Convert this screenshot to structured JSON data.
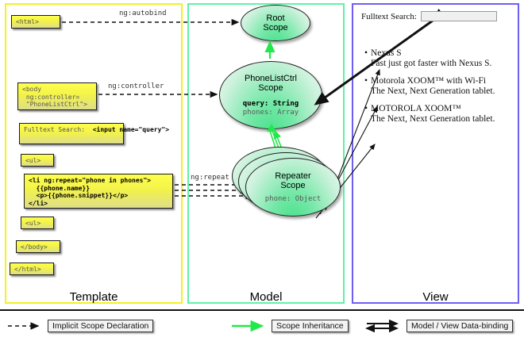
{
  "panels": {
    "template": {
      "title": "Template",
      "border_color": "#f2f21f"
    },
    "model": {
      "title": "Model",
      "border_color": "#5ef2a8"
    },
    "view": {
      "title": "View",
      "border_color": "#6f5ef2"
    }
  },
  "template_boxes": [
    {
      "id": "html-open",
      "dim": "<html>",
      "bold": ""
    },
    {
      "id": "body-open",
      "dim": "<body\n ng:controller=\n \"PhoneListCtrl\">",
      "bold": ""
    },
    {
      "id": "fulltext",
      "dim": "Fulltext Search:",
      "bold": "  <input name=\"query\">"
    },
    {
      "id": "ul-open",
      "dim": "<ul>",
      "bold": ""
    },
    {
      "id": "li-repeat",
      "dim": "",
      "bold": "<li ng:repeat=\"phone in phones\">\n  {{phone.name}}\n  <p>{{phone.snippet}}</p>\n</li>"
    },
    {
      "id": "ul-close",
      "dim": "<ul>",
      "bold": ""
    },
    {
      "id": "body-close",
      "dim": "</body>",
      "bold": ""
    },
    {
      "id": "html-close",
      "dim": "</html>",
      "bold": ""
    }
  ],
  "edge_labels": {
    "autobind": "ng:autobind",
    "controller": "ng:controller",
    "repeat": "ng:repeat"
  },
  "scopes": {
    "root": {
      "title_line1": "Root",
      "title_line2": "Scope",
      "props": []
    },
    "ctrl": {
      "title_line1": "PhoneListCtrl",
      "title_line2": "Scope",
      "props": [
        {
          "text": "query: String",
          "style": "bold"
        },
        {
          "text": "phones: Array",
          "style": "dim"
        }
      ]
    },
    "repeater": {
      "title_line1": "Repeater",
      "title_line2": "Scope",
      "props": [
        {
          "text": "phone: Object",
          "style": "dim"
        }
      ],
      "count": 3
    }
  },
  "view": {
    "search_label": "Fulltext Search:",
    "search_value": "",
    "search_placeholder": "",
    "bullet": "•",
    "items": [
      {
        "name": "Nexus S",
        "snippet": "Fast just got faster with Nexus S."
      },
      {
        "name": "Motorola XOOM™  with Wi-Fi",
        "snippet": "The Next, Next Generation tablet."
      },
      {
        "name": "MOTOROLA XOOM™",
        "snippet": "The Next, Next Generation tablet."
      }
    ]
  },
  "legend": [
    {
      "id": "implicit",
      "label": "Implicit Scope Declaration",
      "glyph": "dashed-arrow-icon",
      "color": "#111111"
    },
    {
      "id": "inheritance",
      "label": "Scope Inheritance",
      "glyph": "green-arrow-icon",
      "color": "#22e84a"
    },
    {
      "id": "databinding",
      "label": "Model / View Data-binding",
      "glyph": "double-arrow-icon",
      "color": "#111111"
    }
  ]
}
